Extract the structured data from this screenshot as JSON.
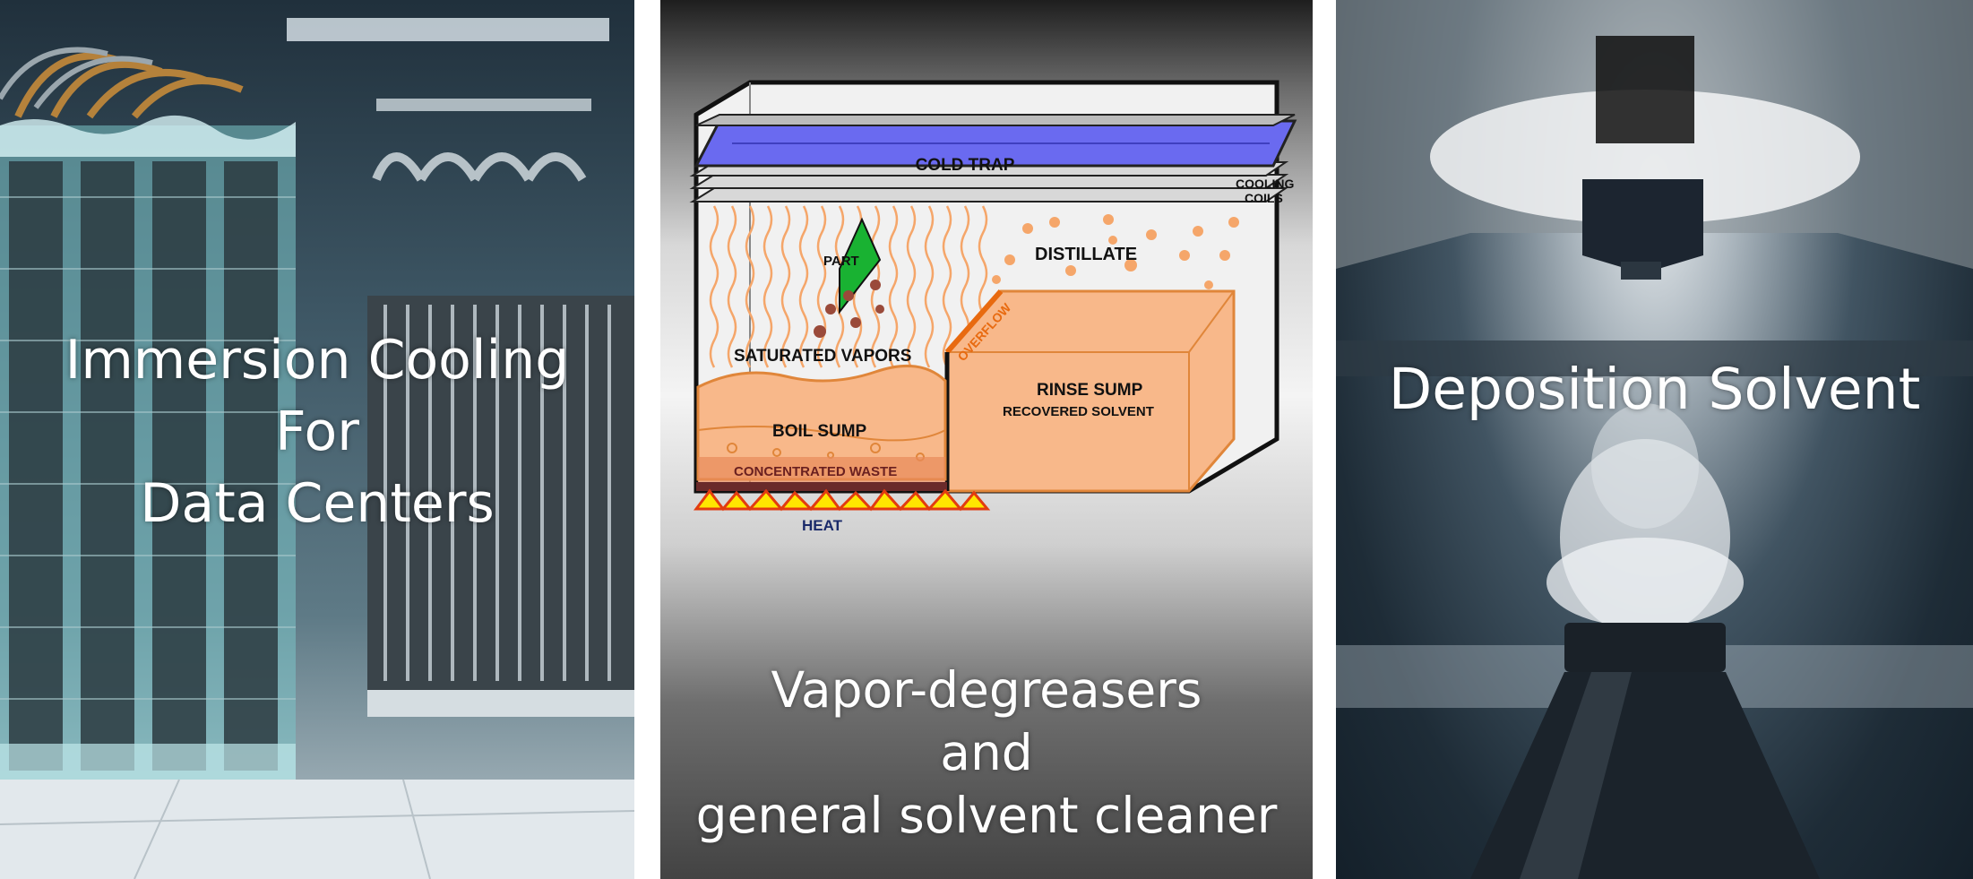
{
  "panels": {
    "immersion": {
      "caption_lines": [
        "Immersion Cooling",
        "For",
        "Data Centers"
      ]
    },
    "degreaser": {
      "caption_lines": [
        "Vapor-degreasers",
        "and",
        "general solvent cleaner"
      ],
      "diagram": {
        "cold_trap": "COLD TRAP",
        "cooling_coils_1": "COOLING",
        "cooling_coils_2": "COILS",
        "distillate": "DISTILLATE",
        "part": "PART",
        "overflow": "OVERFLOW",
        "saturated_vapors": "SATURATED VAPORS",
        "rinse_sump": "RINSE SUMP",
        "recovered_solvent": "RECOVERED SOLVENT",
        "boil_sump": "BOIL SUMP",
        "concentrated_waste": "CONCENTRATED WASTE",
        "heat": "HEAT"
      }
    },
    "deposition": {
      "caption_lines": [
        "Deposition Solvent"
      ]
    }
  },
  "colors": {
    "liquid": "#9ee0e6",
    "cold_trap": "#6a6af0",
    "sump": "#f8b88a",
    "vapor": "#f5a66a",
    "part": "#19b232",
    "heat": "#ffe600"
  }
}
